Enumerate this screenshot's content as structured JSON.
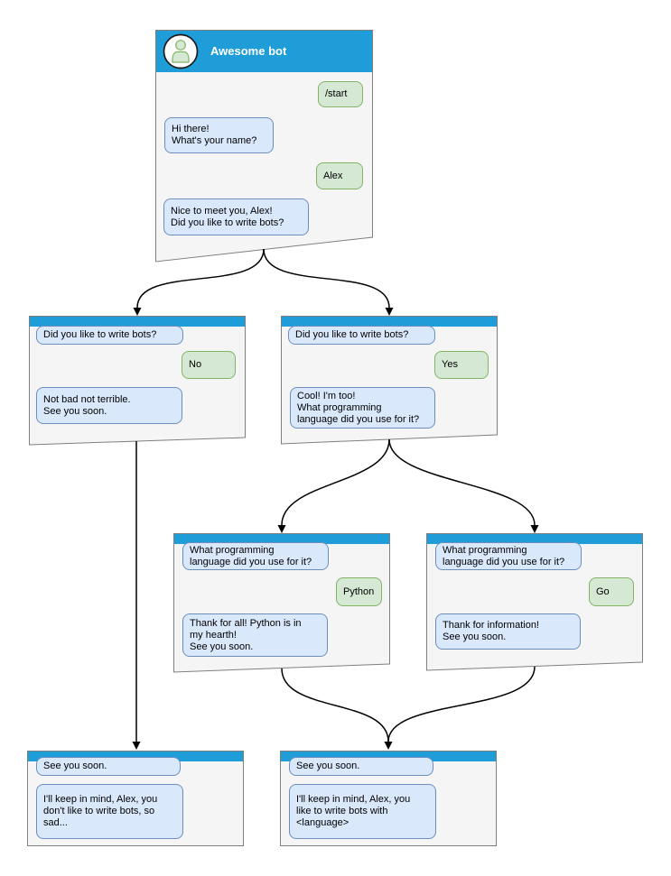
{
  "colors": {
    "titlebar_blue": "#1E9DD9",
    "window_background": "#F5F5F5",
    "window_border": "#7F7F7F",
    "bot_bubble_background": "#DAE8FC",
    "bot_bubble_border": "#6C8EBF",
    "user_bubble_background": "#D5E8D4",
    "user_bubble_border": "#82B366",
    "connector": "#000000"
  },
  "windows": {
    "main": {
      "title": "Awesome bot",
      "avatar_icon": "person-icon",
      "messages": [
        {
          "side": "user",
          "text": "/start"
        },
        {
          "side": "bot",
          "text": "Hi there!\nWhat's your name?"
        },
        {
          "side": "user",
          "text": "Alex"
        },
        {
          "side": "bot",
          "text": "Nice to meet you, Alex!\nDid you like to write bots?"
        }
      ]
    },
    "branch_no": {
      "messages": [
        {
          "side": "bot",
          "text": "Did you like to write bots?"
        },
        {
          "side": "user",
          "text": "No"
        },
        {
          "side": "bot",
          "text": "Not bad not terrible.\nSee you soon."
        }
      ]
    },
    "branch_yes": {
      "messages": [
        {
          "side": "bot",
          "text": "Did you like to write bots?"
        },
        {
          "side": "user",
          "text": "Yes"
        },
        {
          "side": "bot",
          "text": "Cool! I'm too!\nWhat programming\nlanguage did you use for it?"
        }
      ]
    },
    "branch_python": {
      "messages": [
        {
          "side": "bot",
          "text": "What programming\nlanguage did you use for it?"
        },
        {
          "side": "user",
          "text": "Python"
        },
        {
          "side": "bot",
          "text": "Thank for all! Python is in\nmy hearth!\nSee you soon."
        }
      ]
    },
    "branch_go": {
      "messages": [
        {
          "side": "bot",
          "text": "What programming\nlanguage did you use for it?"
        },
        {
          "side": "user",
          "text": "Go"
        },
        {
          "side": "bot",
          "text": "Thank for information!\nSee you soon."
        }
      ]
    },
    "end_no": {
      "messages": [
        {
          "side": "bot",
          "text": "See you soon."
        },
        {
          "side": "bot",
          "text": "I'll keep in mind, Alex, you\ndon't like to write bots, so\nsad..."
        }
      ]
    },
    "end_yes": {
      "messages": [
        {
          "side": "bot",
          "text": "See you soon."
        },
        {
          "side": "bot",
          "text": "I'll keep in mind, Alex, you\nlike to write bots with\n<language>"
        }
      ]
    }
  },
  "edges": [
    {
      "from": "main",
      "to": "branch_no"
    },
    {
      "from": "main",
      "to": "branch_yes"
    },
    {
      "from": "branch_no",
      "to": "end_no"
    },
    {
      "from": "branch_yes",
      "to": "branch_python"
    },
    {
      "from": "branch_yes",
      "to": "branch_go"
    },
    {
      "from": "branch_python",
      "to": "end_yes"
    },
    {
      "from": "branch_go",
      "to": "end_yes"
    }
  ]
}
